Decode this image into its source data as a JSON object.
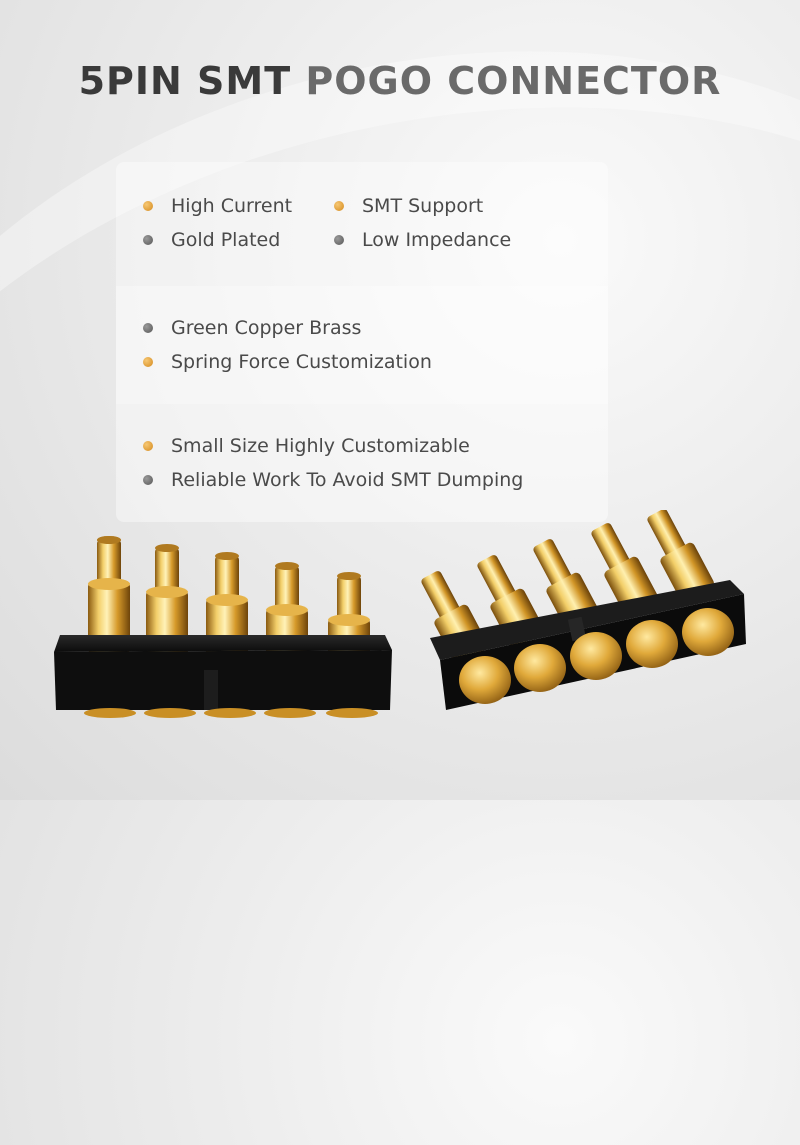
{
  "title": {
    "part1": "5PIN SMT",
    "part2": "POGO CONNECTOR"
  },
  "colors": {
    "gold_dot": "#e0a040",
    "gray_dot": "#707070",
    "title_dark": "#3a3a3a",
    "title_light": "#6a6a6a",
    "housing": "#141414"
  },
  "features": {
    "group1": [
      {
        "label": "High Current",
        "dot": "gold"
      },
      {
        "label": "SMT Support",
        "dot": "gold"
      },
      {
        "label": "Gold Plated",
        "dot": "gray"
      },
      {
        "label": "Low Impedance",
        "dot": "gray"
      }
    ],
    "group2": [
      {
        "label": "Green Copper Brass",
        "dot": "gray"
      },
      {
        "label": "Spring Force Customization",
        "dot": "gold"
      }
    ],
    "group3": [
      {
        "label": "Small Size Highly Customizable",
        "dot": "gold"
      },
      {
        "label": "Reliable Work To Avoid SMT Dumping",
        "dot": "gray"
      }
    ]
  },
  "products": {
    "left": {
      "pin_count": 5,
      "view": "front"
    },
    "right": {
      "pin_count": 5,
      "view": "angled-back"
    }
  }
}
